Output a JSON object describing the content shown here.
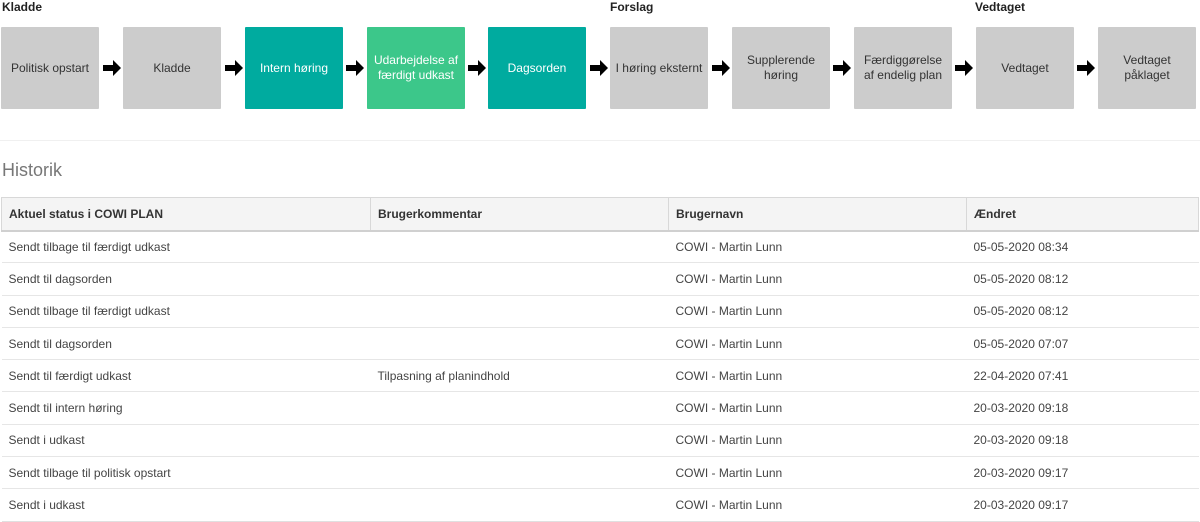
{
  "workflow": {
    "phases": [
      "Kladde",
      "Forslag",
      "Vedtaget"
    ],
    "steps": [
      {
        "label": "Politisk opstart",
        "state": "inactive"
      },
      {
        "label": "Kladde",
        "state": "inactive"
      },
      {
        "label": "Intern høring",
        "state": "active"
      },
      {
        "label": "Udarbejdelse af færdigt udkast",
        "state": "current"
      },
      {
        "label": "Dagsorden",
        "state": "active"
      },
      {
        "label": "I høring eksternt",
        "state": "inactive"
      },
      {
        "label": "Supplerende høring",
        "state": "inactive"
      },
      {
        "label": "Færdiggørelse af endelig plan",
        "state": "inactive"
      },
      {
        "label": "Vedtaget",
        "state": "inactive"
      },
      {
        "label": "Vedtaget påklaget",
        "state": "inactive"
      }
    ],
    "colors": {
      "inactive": "#cccccc",
      "active": "#00ab9f",
      "current": "#3cc78a"
    }
  },
  "history": {
    "title": "Historik",
    "columns": [
      "Aktuel status i COWI PLAN",
      "Brugerkommentar",
      "Brugernavn",
      "Ændret"
    ],
    "rows": [
      [
        "Sendt tilbage til færdigt udkast",
        "",
        "COWI - Martin Lunn",
        "05-05-2020 08:34"
      ],
      [
        "Sendt til dagsorden",
        "",
        "COWI - Martin Lunn",
        "05-05-2020 08:12"
      ],
      [
        "Sendt tilbage til færdigt udkast",
        "",
        "COWI - Martin Lunn",
        "05-05-2020 08:12"
      ],
      [
        "Sendt til dagsorden",
        "",
        "COWI - Martin Lunn",
        "05-05-2020 07:07"
      ],
      [
        "Sendt til færdigt udkast",
        "Tilpasning af planindhold",
        "COWI - Martin Lunn",
        "22-04-2020 07:41"
      ],
      [
        "Sendt til intern høring",
        "",
        "COWI - Martin Lunn",
        "20-03-2020 09:18"
      ],
      [
        "Sendt i udkast",
        "",
        "COWI - Martin Lunn",
        "20-03-2020 09:18"
      ],
      [
        "Sendt tilbage til politisk opstart",
        "",
        "COWI - Martin Lunn",
        "20-03-2020 09:17"
      ],
      [
        "Sendt i udkast",
        "",
        "COWI - Martin Lunn",
        "20-03-2020 09:17"
      ]
    ]
  }
}
